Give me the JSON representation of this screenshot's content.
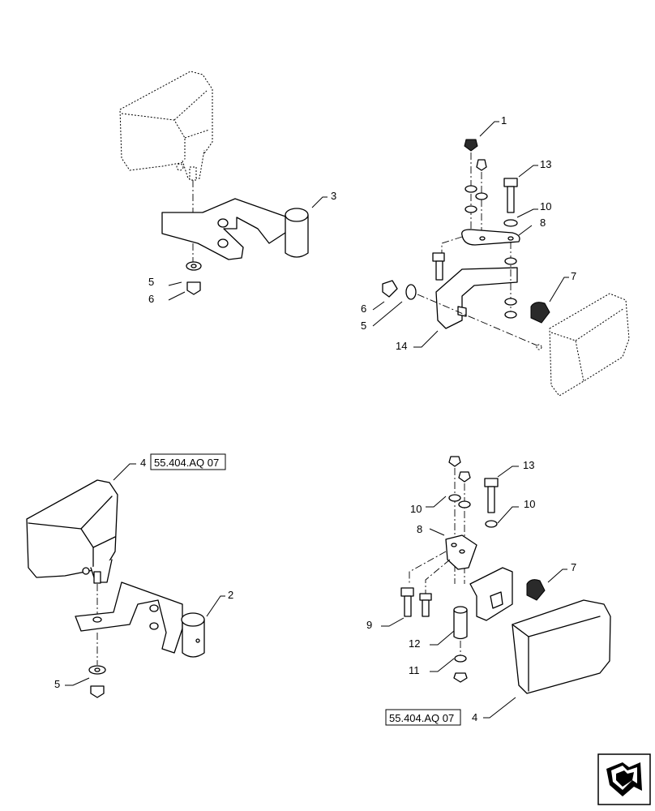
{
  "callouts": {
    "tl_3": "3",
    "tl_5": "5",
    "tl_6": "6",
    "tr_1": "1",
    "tr_13": "13",
    "tr_10": "10",
    "tr_8": "8",
    "tr_7": "7",
    "tr_6": "6",
    "tr_5": "5",
    "tr_14": "14",
    "bl_4": "4",
    "bl_2": "2",
    "bl_5": "5",
    "br_13": "13",
    "br_10a": "10",
    "br_10b": "10",
    "br_8": "8",
    "br_7": "7",
    "br_9": "9",
    "br_12": "12",
    "br_11": "11",
    "br_4": "4"
  },
  "refs": {
    "bl_ref": "55.404.AQ 07",
    "br_ref": "55.404.AQ 07"
  },
  "icons": {
    "nav": "next-page-arrow-icon"
  }
}
